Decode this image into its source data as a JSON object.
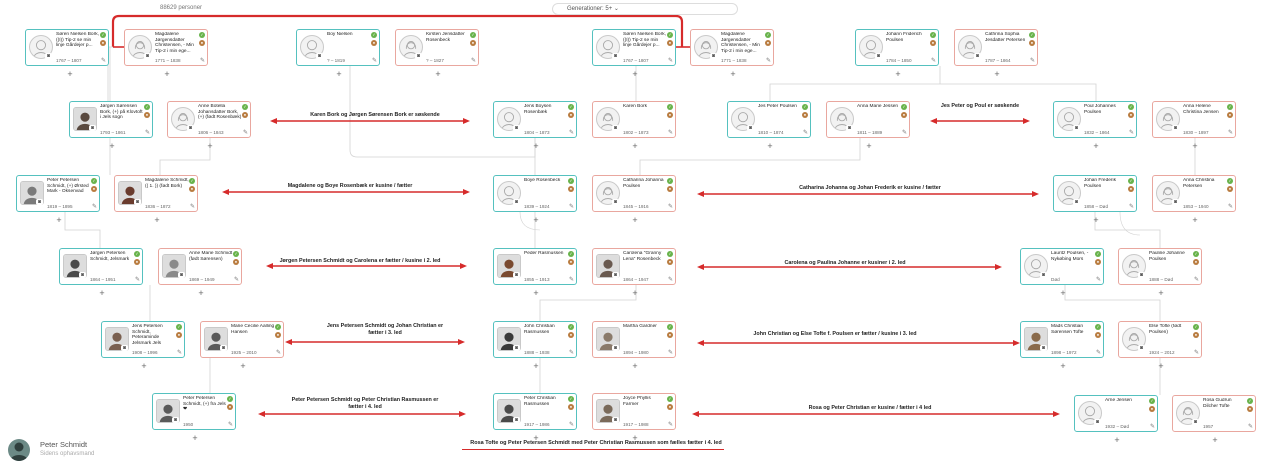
{
  "header": {
    "persons_count": "88629 personer",
    "generations_label": "Generationer:",
    "generations_value": "5+"
  },
  "colors": {
    "male": "#55c1bf",
    "female": "#e9a79f",
    "relation_arrow": "#d62b2b",
    "line": "#d3d3d3",
    "highlight": "#d62b2b"
  },
  "people": [
    {
      "id": "p1",
      "name": "Søren Nielsen Bork, ((I)) Tip-2 se min linje Gårdejer p...",
      "years": "1767 – 1807",
      "gender": "male"
    },
    {
      "id": "p2",
      "name": "Magdalene Jørgensdatter Christensen, - Min Tip-2 i min ege...",
      "years": "1771 – 1838",
      "gender": "female"
    },
    {
      "id": "p3",
      "name": "Boy Nielsen",
      "years": "? – 1819",
      "gender": "male"
    },
    {
      "id": "p4",
      "name": "Kirsten Jensdatter Rosenbeck",
      "years": "? – 1827",
      "gender": "female"
    },
    {
      "id": "p5",
      "name": "Søren Nielsen Bork, ((I)) Tip-2 se min linje Gårdejer p...",
      "years": "1767 – 1807",
      "gender": "male"
    },
    {
      "id": "p6",
      "name": "Magdalene Jørgensdatter Christensen, - Min Tip-2 i min ege...",
      "years": "1771 – 1838",
      "gender": "female"
    },
    {
      "id": "p7",
      "name": "Johann Friderich Poulsen",
      "years": "1784 – 1850",
      "gender": "male"
    },
    {
      "id": "p8",
      "name": "Cathrina Sophia Jesdatter Petersen",
      "years": "1787 – 1864",
      "gender": "female"
    },
    {
      "id": "p9",
      "name": "Jørgen Sørensen Bork, (+) på Klovtoft i Jels sogn",
      "years": "1793 – 1861",
      "gender": "male"
    },
    {
      "id": "p10",
      "name": "Anne Botella Johansdatter Bork, (+) (født Rosenbæk)",
      "years": "1806 – 1843",
      "gender": "female"
    },
    {
      "id": "p11",
      "name": "Jens Boysen Rosenbæk",
      "years": "1804 – 1873",
      "gender": "male"
    },
    {
      "id": "p12",
      "name": "Karen Bork",
      "years": "1802 – 1873",
      "gender": "female"
    },
    {
      "id": "p13",
      "name": "Jes Peter Poulsen",
      "years": "1810 – 1874",
      "gender": "male"
    },
    {
      "id": "p14",
      "name": "Anna Marie Jessen",
      "years": "1811 – 1889",
      "gender": "female"
    },
    {
      "id": "p15",
      "name": "Poul Johannes Poulsen",
      "years": "1832 – 1864",
      "gender": "male"
    },
    {
      "id": "p16",
      "name": "Anna Helene Christina Jensen",
      "years": "1830 – 1897",
      "gender": "female"
    },
    {
      "id": "p17",
      "name": "Peter Petersen Schmidt, (+) Ørsted Mark - Oksenvad",
      "years": "1819 – 1895",
      "gender": "male"
    },
    {
      "id": "p18",
      "name": "Magdalene Schmidt, (( 1. )) (født Bork)",
      "years": "1836 – 1872",
      "gender": "female"
    },
    {
      "id": "p19",
      "name": "Boye Rosenbeck",
      "years": "1839 – 1924",
      "gender": "male"
    },
    {
      "id": "p20",
      "name": "Catharina Johanna Poulsen",
      "years": "1845 – 1916",
      "gender": "female"
    },
    {
      "id": "p21",
      "name": "Johan Frederik Poulsen",
      "years": "1858 – Død",
      "gender": "male"
    },
    {
      "id": "p22",
      "name": "Anna Christina Petersen",
      "years": "1853 – 1940",
      "gender": "female"
    },
    {
      "id": "p23",
      "name": "Jørgen Petersen Schmidt, Jelsmark",
      "years": "1864 – 1951",
      "gender": "male"
    },
    {
      "id": "p24",
      "name": "Anne Marie Schmidt (født Sørensen)",
      "years": "1869 – 1949",
      "gender": "female"
    },
    {
      "id": "p25",
      "name": "Peder Rasmussen",
      "years": "1855 – 1913",
      "gender": "male"
    },
    {
      "id": "p26",
      "name": "Carolena \"Granny Lena\" Rosenbeck",
      "years": "1864 – 1947",
      "gender": "female"
    },
    {
      "id": "p27",
      "name": "Lauritz Poulsen, - Nykøbing Mors",
      "years": "Død",
      "gender": "male"
    },
    {
      "id": "p28",
      "name": "Pauline Johanne Poulsen",
      "years": "1888 – Død",
      "gender": "female"
    },
    {
      "id": "p29",
      "name": "Jens Petersen Schmidt, Peteraminde Jelsmark Jels",
      "years": "1908 – 1996",
      "gender": "male"
    },
    {
      "id": "p30",
      "name": "Marie Cecilie Aalling Hansen",
      "years": "1925 – 2010",
      "gender": "female"
    },
    {
      "id": "p31",
      "name": "John Christian Rasmussen",
      "years": "1888 – 1938",
      "gender": "male"
    },
    {
      "id": "p32",
      "name": "Martha Gardner",
      "years": "1894 – 1980",
      "gender": "female"
    },
    {
      "id": "p33",
      "name": "Mads Christian Sørensen Tofte",
      "years": "1898 – 1972",
      "gender": "male"
    },
    {
      "id": "p34",
      "name": "Else Tofte (født Poulsen)",
      "years": "1924 – 2012",
      "gender": "female"
    },
    {
      "id": "p35",
      "name": "Peter Petersen Schmidt, (+) fra Jels ❤",
      "years": "1950",
      "gender": "male"
    },
    {
      "id": "p36",
      "name": "Peter Christian Rasmussen",
      "years": "1917 – 1986",
      "gender": "male"
    },
    {
      "id": "p37",
      "name": "Joyce Phyllis Farmer",
      "years": "1917 – 1988",
      "gender": "female"
    },
    {
      "id": "p38",
      "name": "Arne Jensen",
      "years": "1932 – Død",
      "gender": "male"
    },
    {
      "id": "p39",
      "name": "Rosa Gudrun Dilcher Tofte",
      "years": "1957",
      "gender": "female"
    }
  ],
  "relations": [
    {
      "id": "r1",
      "text": "Karen Bork og Jørgen Sørensen Bork er søskende"
    },
    {
      "id": "r2",
      "text": "Jes Peter og Poul er søskende"
    },
    {
      "id": "r3",
      "text": "Magdalene og Boye Rosenbæk er kusine / fætter"
    },
    {
      "id": "r4",
      "text": "Catharina Johanna og Johan Frederik er kusine / fætter"
    },
    {
      "id": "r5",
      "text": "Jørgen Petersen Schmidt og Carolena er fætter / kusine i 2. led"
    },
    {
      "id": "r6",
      "text": "Carolena og Paulina Johanne er kusiner i 2. led"
    },
    {
      "id": "r7",
      "text": "Jens Petersen Schmidt og Johan Christian er fætter i 3. led"
    },
    {
      "id": "r8",
      "text": "John Christian og Else Tofte f. Poulsen er fætter / kusine i 3. led"
    },
    {
      "id": "r9",
      "text": "Peter Petersen Schmidt og Peter Christian Rasmussen er fætter i 4. led"
    },
    {
      "id": "r10",
      "text": "Rosa og Peter Christian er kusine / fætter i 4 led"
    }
  ],
  "footer_caption": "Rosa Tofte og Peter Petersen Schmidt med Peter Christian Rasmussen som fælles fætter i 4. led",
  "owner": {
    "name": "Peter Schmidt",
    "role": "Sidens ophavsmand"
  }
}
